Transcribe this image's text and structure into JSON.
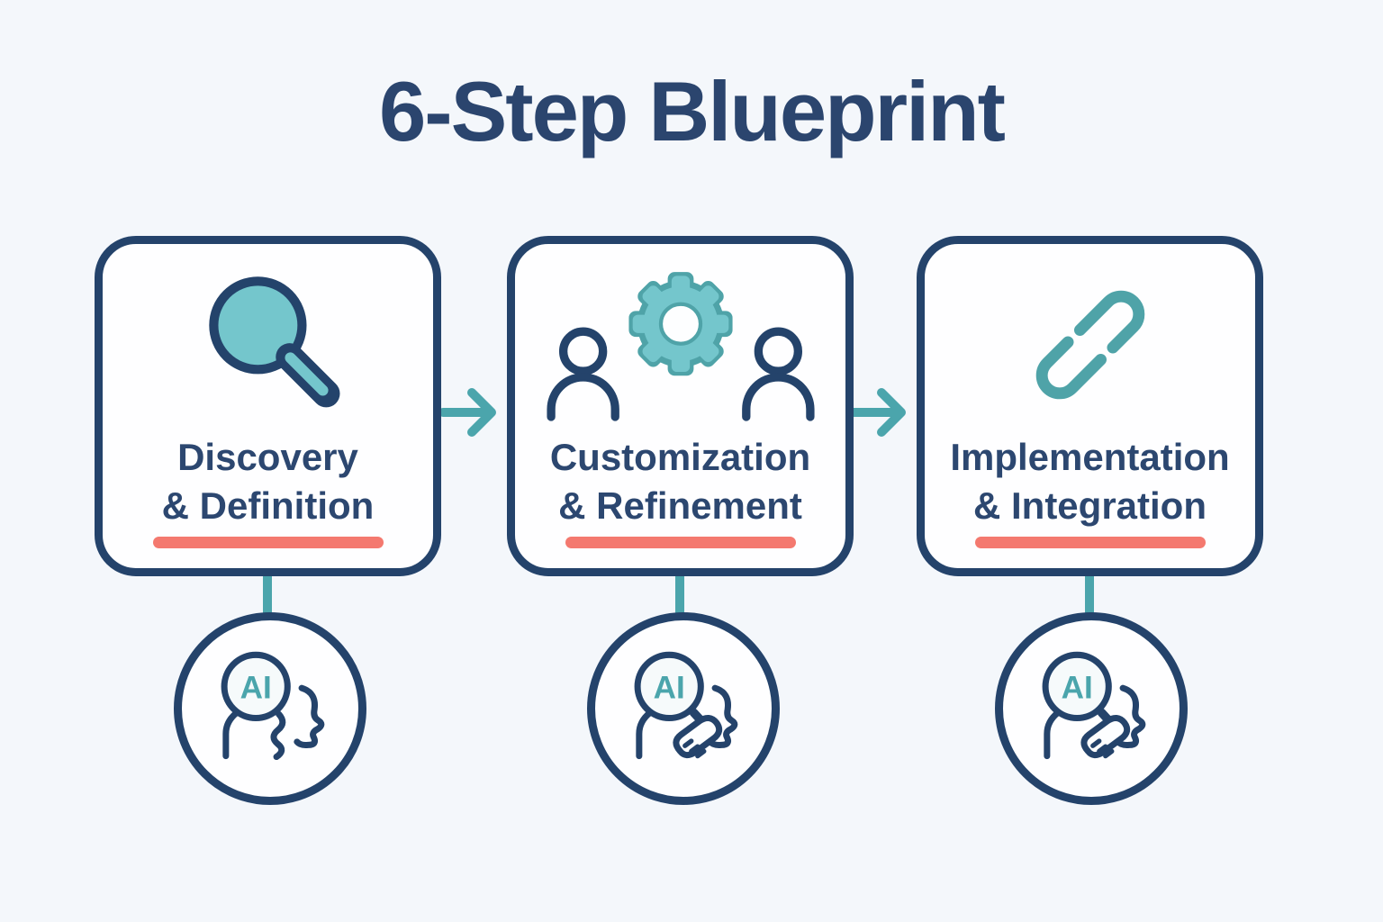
{
  "page": {
    "title": "6-Step Blueprint"
  },
  "palette": {
    "page_bg": "#F4F7FB",
    "card_bg": "#FEFEFF",
    "navy": "#24436B",
    "title_navy": "#2B456E",
    "text_navy": "#2C4770",
    "teal_fill": "#74C6CC",
    "teal_stroke": "#4BA5AC",
    "coral": "#F4796F"
  },
  "steps": [
    {
      "icon": "magnifier-icon",
      "lines": [
        "Discovery",
        "& Definition"
      ]
    },
    {
      "icon": "gear-people-icon",
      "lines": [
        "Customization",
        "& Refinement"
      ]
    },
    {
      "icon": "chain-link-icon",
      "lines": [
        "Implementation",
        "& Integration"
      ]
    }
  ],
  "flow": {
    "arrow_icon": "right-arrow-icon"
  },
  "ai_nodes": [
    {
      "icon": "ai-magnifier-face-icon",
      "label": "AI"
    },
    {
      "icon": "ai-magnifier-hand-face-icon",
      "label": "AI"
    },
    {
      "icon": "ai-magnifier-hand-face-icon",
      "label": "AI"
    }
  ]
}
